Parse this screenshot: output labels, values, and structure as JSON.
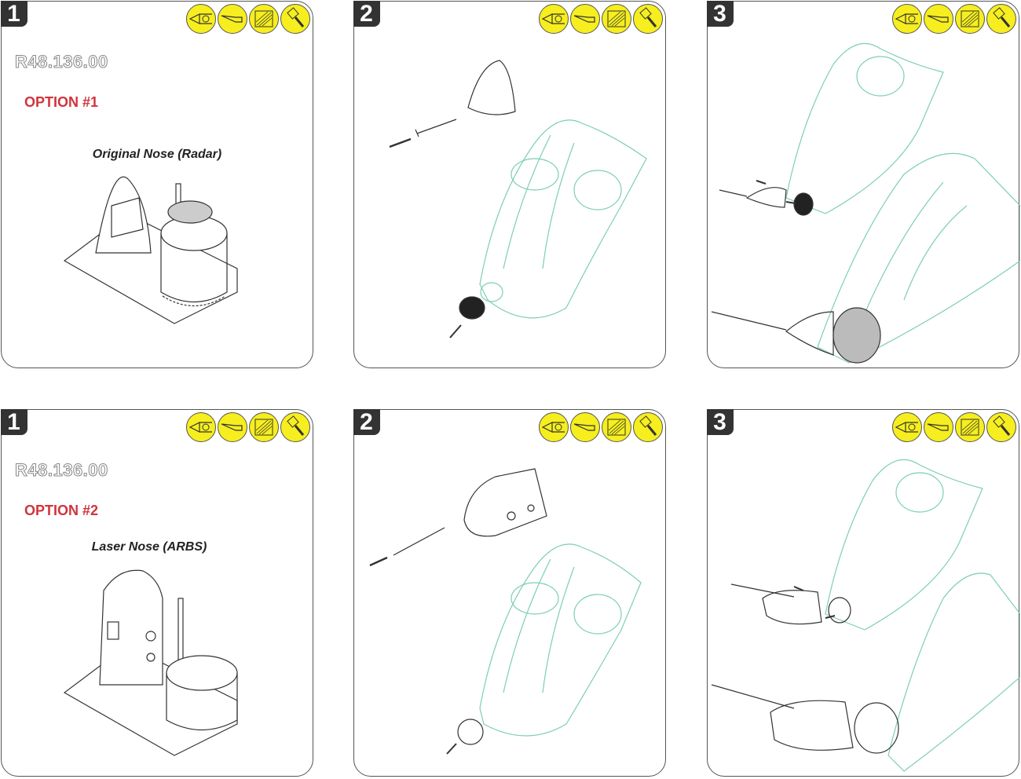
{
  "colors": {
    "tab": "#333333",
    "tool": "#f6ee1e",
    "option": "#d0343c",
    "fuselage": "#7ccfb2"
  },
  "tool_icons": [
    "cutters-icon",
    "hobby-knife-icon",
    "sanding-file-icon",
    "paint-brush-icon"
  ],
  "rows": [
    {
      "steps": [
        {
          "number": "1",
          "code": "R48.136.00",
          "option": "OPTION #1",
          "caption": "Original Nose (Radar)"
        },
        {
          "number": "2"
        },
        {
          "number": "3"
        }
      ]
    },
    {
      "steps": [
        {
          "number": "1",
          "code": "R48.136.00",
          "option": "OPTION #2",
          "caption": "Laser Nose (ARBS)"
        },
        {
          "number": "2"
        },
        {
          "number": "3"
        }
      ]
    }
  ]
}
